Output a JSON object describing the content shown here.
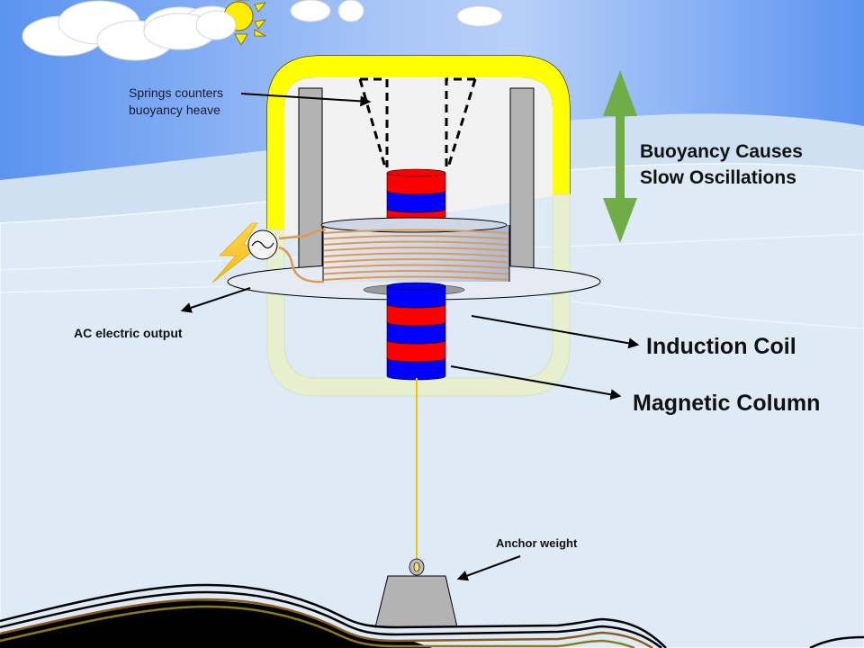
{
  "diagram": {
    "title": "Buoy wave energy converter with magnetic column and induction coil",
    "colors": {
      "sky_top": "#5b93f0",
      "sky_light": "#a9c6f7",
      "sea_band_1": "#cfe0f2",
      "sea_band_2": "#deebf7",
      "buoy_shell": "#ffff00",
      "buoy_interior": "#f2f2f2",
      "guide_rail": "#b3b3b3",
      "magnet_red": "#ff0000",
      "magnet_blue": "#0000ff",
      "coil_wire": "#e09a50",
      "motion_arrow": "#70ad47",
      "anchor": "#b3b3b3",
      "tether": "#e8c800",
      "seabed": "#000000",
      "seabed_brown": "#8a5a1e",
      "seabed_olive": "#8a7a1e",
      "sun": "#ffee00",
      "lightning": "#f5c518"
    },
    "icons": {
      "sun": "sun-icon",
      "clouds": "cloud-icon",
      "power": "lightning-bolt-icon",
      "ac_source": "ac-sine-icon"
    },
    "magnet_top_stack": [
      "red",
      "blue",
      "red"
    ],
    "magnet_bottom_stack": [
      "blue",
      "red",
      "blue",
      "red",
      "blue"
    ],
    "coil_turns": 9
  },
  "labels": {
    "springs": [
      "Springs counters",
      "buoyancy heave"
    ],
    "buoyancy": [
      "Buoyancy Causes",
      "Slow Oscillations"
    ],
    "ac_output": "AC electric output",
    "induction_coil": "Induction Coil",
    "magnetic_column": "Magnetic Column",
    "anchor_weight": "Anchor weight"
  }
}
